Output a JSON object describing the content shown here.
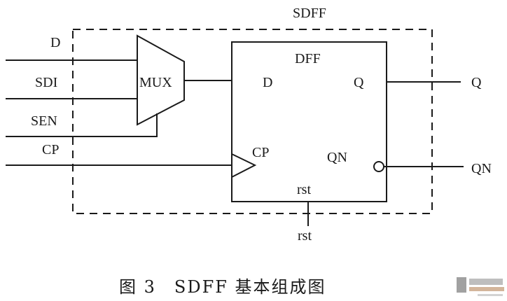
{
  "diagram": {
    "outer_block_label": "SDFF",
    "inner_block_label": "DFF",
    "mux_label": "MUX",
    "inputs": {
      "d": "D",
      "sdi": "SDI",
      "sen": "SEN",
      "cp": "CP"
    },
    "dff_ports": {
      "d": "D",
      "q": "Q",
      "cp": "CP",
      "qn": "QN",
      "rst": "rst"
    },
    "outputs": {
      "q": "Q",
      "qn": "QN",
      "rst": "rst"
    }
  },
  "caption": "图 3　SDFF 基本组成图",
  "watermark": {
    "icon": "site-logo-icon"
  }
}
